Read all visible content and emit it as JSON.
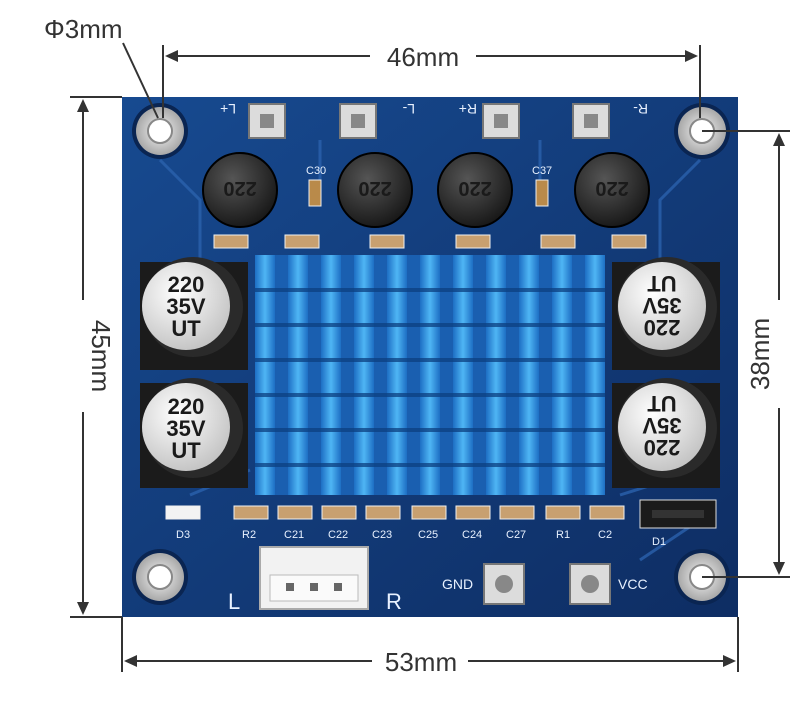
{
  "dimensions": {
    "hole_diameter": "Φ3mm",
    "hole_spacing_width": "46mm",
    "board_height": "45mm",
    "hole_spacing_height": "38mm",
    "board_width": "53mm"
  },
  "silkscreen": {
    "terminals": [
      "L+",
      "L-",
      "R+",
      "R-"
    ],
    "caps_top": [
      "C30",
      "C37"
    ],
    "bottom_row": [
      "R2",
      "C21",
      "C22",
      "C23",
      "C25",
      "C24",
      "C27",
      "R1",
      "C2"
    ],
    "d3": "D3",
    "d1": "D1",
    "gnd": "GND",
    "vcc": "VCC",
    "left": "L",
    "right": "R"
  },
  "inductor_label": "220",
  "capacitor_label": {
    "value": "220",
    "voltage": "35V",
    "brand": "UT"
  },
  "colors": {
    "pcb": "#123a78",
    "heatsink": "#2f8fdc",
    "silkscreen": "#e8f1ff"
  }
}
